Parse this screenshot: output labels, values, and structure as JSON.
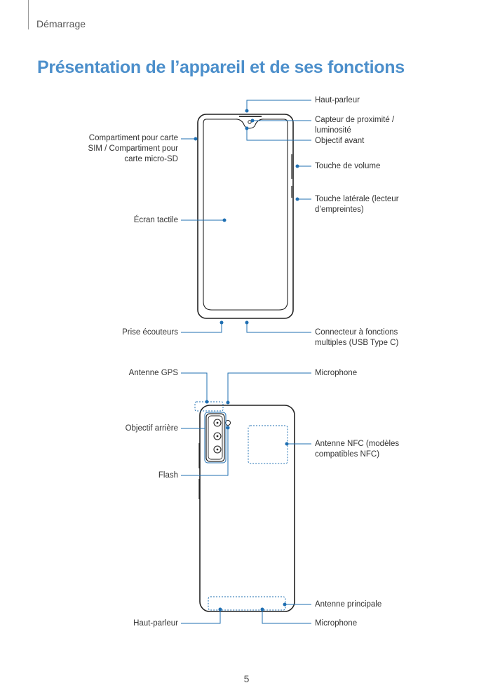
{
  "header": {
    "section": "Démarrage"
  },
  "title": "Présentation de l’appareil et de ses fonctions",
  "front": {
    "haut_parleur": "Haut-parleur",
    "capteur": [
      "Capteur de proximité /",
      "luminosité"
    ],
    "objectif_avant": "Objectif avant",
    "compartiment": [
      "Compartiment pour carte",
      "SIM / Compartiment pour",
      "carte micro-SD"
    ],
    "touche_volume": "Touche de volume",
    "touche_laterale": [
      "Touche latérale (lecteur",
      "d’empreintes)"
    ],
    "ecran": "Écran tactile",
    "prise": "Prise écouteurs",
    "connecteur": [
      "Connecteur à fonctions",
      "multiples (USB Type C)"
    ]
  },
  "back": {
    "antenne_gps": "Antenne GPS",
    "microphone_top": "Microphone",
    "objectif_arriere": "Objectif arrière",
    "antenne_nfc": [
      "Antenne NFC (modèles",
      "compatibles NFC)"
    ],
    "flash": "Flash",
    "antenne_principale": "Antenne principale",
    "haut_parleur": "Haut-parleur",
    "microphone_bottom": "Microphone"
  },
  "footer": {
    "page_number": "5"
  },
  "colors": {
    "accent": "#4c8fcb",
    "callout": "#1f6fb2",
    "outline": "#222222"
  }
}
